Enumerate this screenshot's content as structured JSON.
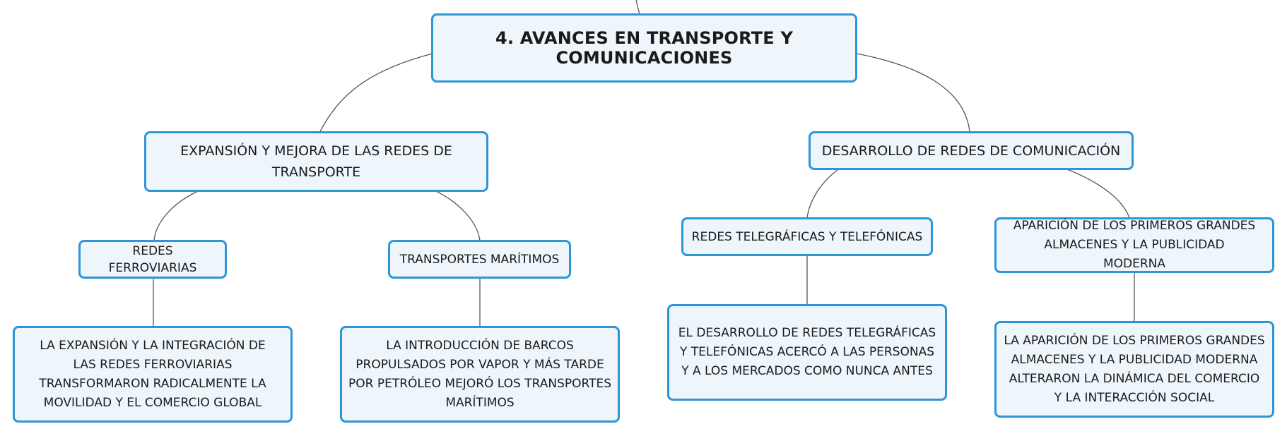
{
  "colors": {
    "node_border": "#2e95d8",
    "node_fill": "#eef6fc",
    "text": "#1a1a1a",
    "connector": "#555555"
  },
  "mindmap": {
    "root": {
      "label": "4. AVANCES EN TRANSPORTE Y COMUNICACIONES"
    },
    "transport": {
      "label": "EXPANSIÓN Y MEJORA DE LAS REDES DE TRANSPORTE",
      "railways": {
        "label": "REDES FERROVIARIAS",
        "detail": "LA EXPANSIÓN Y LA INTEGRACIÓN DE LAS REDES FERROVIARIAS TRANSFORMARON RADICALMENTE LA MOVILIDAD Y EL COMERCIO GLOBAL"
      },
      "maritime": {
        "label": "TRANSPORTES MARÍTIMOS",
        "detail": "LA INTRODUCCIÓN DE BARCOS PROPULSADOS POR VAPOR Y MÁS TARDE POR PETRÓLEO MEJORÓ LOS TRANSPORTES MARÍTIMOS"
      }
    },
    "communication": {
      "label": "DESARROLLO DE REDES DE COMUNICACIÓN",
      "telegraph": {
        "label": "REDES TELEGRÁFICAS Y TELEFÓNICAS",
        "detail": "EL DESARROLLO DE REDES TELEGRÁFICAS Y TELEFÓNICAS ACERCÓ A LAS PERSONAS Y A LOS MERCADOS COMO NUNCA ANTES"
      },
      "stores": {
        "label": "APARICIÓN DE LOS PRIMEROS GRANDES ALMACENES Y LA PUBLICIDAD MODERNA",
        "detail": "LA APARICIÓN DE LOS PRIMEROS GRANDES ALMACENES Y LA PUBLICIDAD MODERNA ALTERARON LA DINÁMICA DEL COMERCIO Y LA INTERACCIÓN SOCIAL"
      }
    }
  }
}
